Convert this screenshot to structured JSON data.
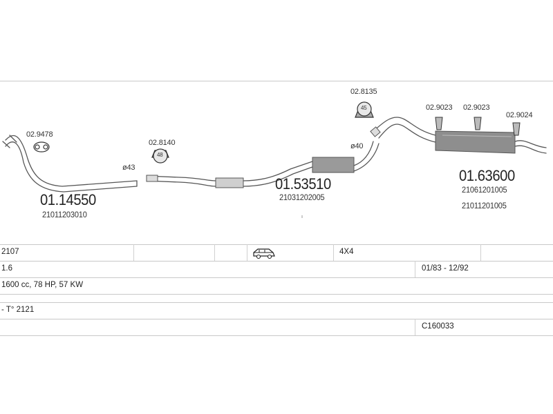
{
  "parts": {
    "front_pipe": {
      "number": "01.14550",
      "oem": "21011203010"
    },
    "middle_section": {
      "number": "01.53510",
      "oem": "21031202005"
    },
    "rear_silencer": {
      "number": "01.63600",
      "oem_1": "21061201005",
      "oem_2": "21011201005"
    },
    "gasket_front": "02.9478",
    "clamp_front": "02.8140",
    "clamp_mid": "02.8135",
    "rubber_1": "02.9023",
    "rubber_2": "02.9023",
    "rubber_3": "02.9024",
    "dia_43": "ø43",
    "dia_40": "ø40",
    "clamp_front_size": "48",
    "clamp_mid_size": "45"
  },
  "table": {
    "model": "2107",
    "drive": "4X4",
    "engine": "1.6",
    "years": "01/83 - 12/92",
    "power": "1600 cc, 78 HP, 57 KW",
    "note": "- T° 2121",
    "catalog_code": "C160033"
  },
  "icons": [
    "car-icon",
    "gasket-icon",
    "clamp-icon",
    "rubber-mount-icon"
  ]
}
